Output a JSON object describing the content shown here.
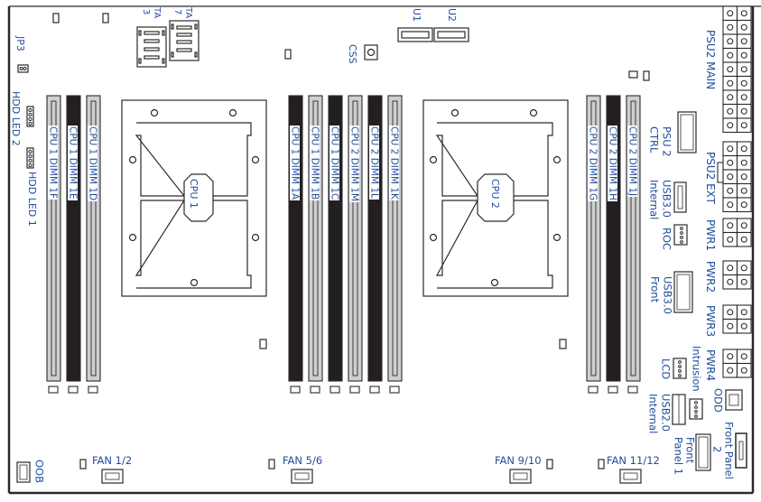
{
  "title": "Motherboard Layout",
  "colors": {
    "label": "#1f4e9c",
    "line": "#2a2a2a",
    "slot_gray": "#d0cfcf",
    "slot_dark": "#231f20"
  },
  "cpus": [
    {
      "label": "CPU 1"
    },
    {
      "label": "CPU 2"
    }
  ],
  "dimms": [
    {
      "label": "CPU 1 DIMM 1F",
      "style": "gray"
    },
    {
      "label": "CPU 1 DIMM 1E",
      "style": "dark"
    },
    {
      "label": "CPU 1 DIMM 1D",
      "style": "gray"
    },
    {
      "label": "CPU 1 DIMM 1A",
      "style": "dark"
    },
    {
      "label": "CPU 1 DIMM 1B",
      "style": "gray"
    },
    {
      "label": "CPU 1 DIMM 1C",
      "style": "dark"
    },
    {
      "label": "CPU 2 DIMM 1M",
      "style": "gray"
    },
    {
      "label": "CPU 2 DIMM 1L",
      "style": "dark"
    },
    {
      "label": "CPU 2 DIMM 1K",
      "style": "gray"
    },
    {
      "label": "CPU 2 DIMM 1G",
      "style": "gray"
    },
    {
      "label": "CPU 2 DIMM 1H",
      "style": "dark"
    },
    {
      "label": "CPU 2 DIMM 1J",
      "style": "gray"
    }
  ],
  "labels": {
    "jp3": "JP3",
    "hdd_led_2": "HDD LED 2",
    "hdd_led_1": "HDD LED 1",
    "sata_a": "TA",
    "sata_a_num": "3",
    "sata_b": "TA",
    "sata_b_num": "7",
    "css": "CSS",
    "pu1": "U1",
    "pu2": "U2",
    "psu2_main": "PSU2 MAIN",
    "psu2_ctrl_1": "PSU 2",
    "psu2_ctrl_2": "CTRL",
    "psu2_ext": "PSU2 EXT",
    "usb30_int_1": "USB3.0",
    "usb30_int_2": "Internal",
    "roc": "ROC",
    "pwr1": "PWR1",
    "pwr2": "PWR2",
    "pwr3": "PWR3",
    "pwr4": "PWR4",
    "usb30_front_1": "USB3.0",
    "usb30_front_2": "Front",
    "intrusion": "Intrusion",
    "lcd": "LCD",
    "odd": "ODD",
    "usb20_int_1": "USB2.0",
    "usb20_int_2": "Internal",
    "front_panel_2_1": "Front Panel",
    "front_panel_2_2": "2",
    "front_panel_1_1": "Front",
    "front_panel_1_2": "Panel 1",
    "oob": "OOB",
    "fan12": "FAN 1/2",
    "fan56": "FAN 5/6",
    "fan910": "FAN 9/10",
    "fan1112": "FAN 11/12"
  }
}
